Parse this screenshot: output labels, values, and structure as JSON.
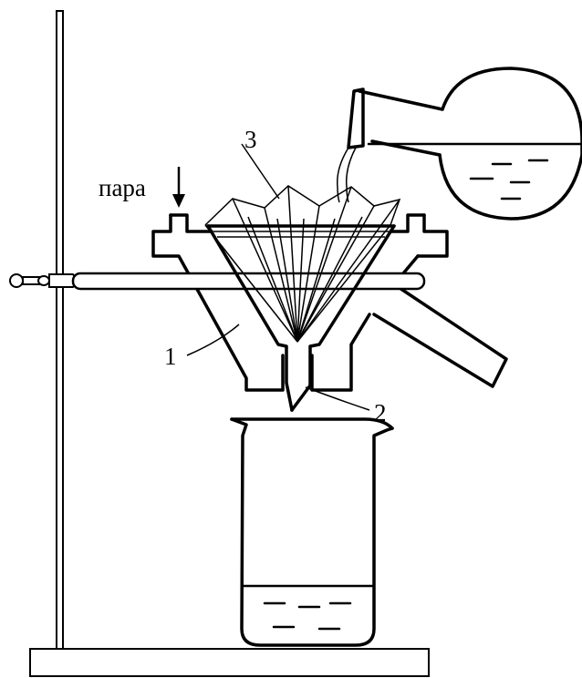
{
  "labels": {
    "steam": "пара",
    "jacket": "1",
    "funnel": "2",
    "filter": "3"
  },
  "colors": {
    "stroke": "#000000",
    "background": "#ffffff"
  }
}
